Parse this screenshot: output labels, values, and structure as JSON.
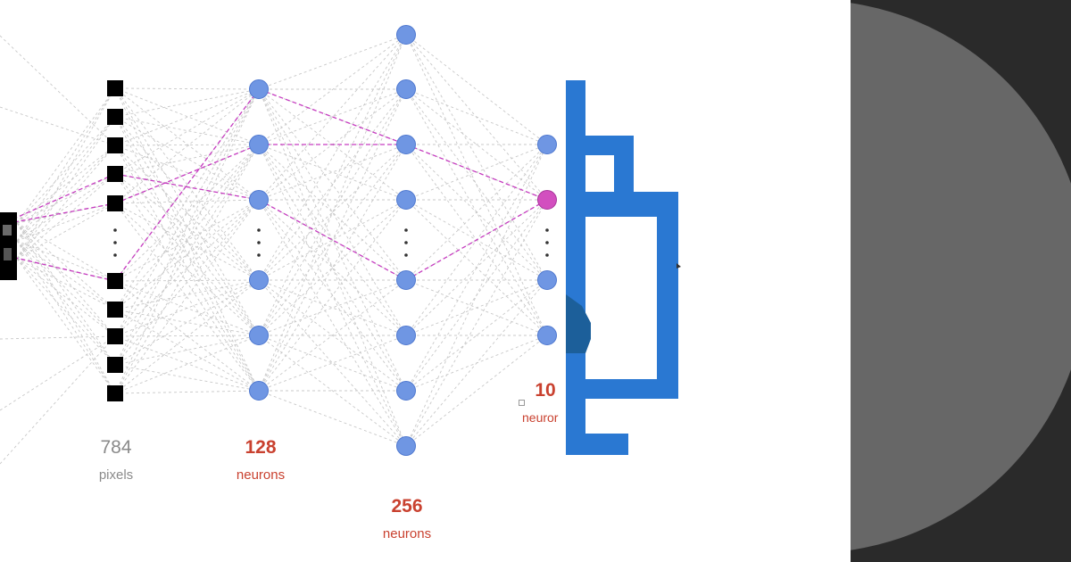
{
  "diagram": {
    "layers": [
      {
        "id": "input",
        "count": "784",
        "unit": "pixels"
      },
      {
        "id": "hidden1",
        "count": "128",
        "unit": "neurons"
      },
      {
        "id": "hidden2",
        "count": "256",
        "unit": "neurons"
      },
      {
        "id": "output",
        "count": "10",
        "unit": "neuror"
      }
    ],
    "colors": {
      "neuron": "#6f96e3",
      "neuron_stroke": "#4f78cf",
      "active_neuron": "#d24fbf",
      "connection": "#c8c8c8",
      "highlight_connection": "#c63cc0",
      "pixel": "#000000",
      "logo_blue": "#2a78d2",
      "logo_dark_blue": "#1c5f9a",
      "accent_text": "#c9412f",
      "muted_text": "#8a8a8a",
      "panel_dark": "#2a2a2a",
      "panel_circle": "#676767"
    },
    "icons": [
      "bottle-logo-icon",
      "input-digit-image",
      "ellipsis-dots"
    ]
  }
}
